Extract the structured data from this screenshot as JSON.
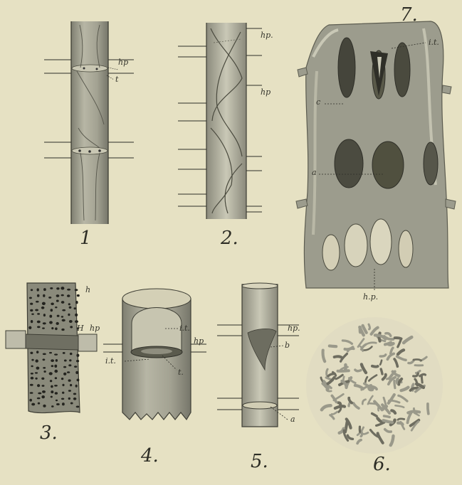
{
  "plate": {
    "figure_numbers": {
      "fig1": "1",
      "fig2": "2.",
      "fig3": "3.",
      "fig4": "4.",
      "fig5": "5.",
      "fig6": "6.",
      "fig7": "7."
    },
    "labels": {
      "f1_hp": "hp",
      "f1_t": "t",
      "f2_hp_top": "hp.",
      "f2_hp_mid": "hp",
      "f3_h": "h",
      "f3_H": "H",
      "f3_hp": "hp",
      "f4_it_top": "i.t.",
      "f4_hp": "hp",
      "f4_it_left": "i.t.",
      "f4_t": "t.",
      "f5_hp": "hp.",
      "f5_b": "b",
      "f5_a": "a",
      "f7_it": "i.t.",
      "f7_c": "c",
      "f7_a": "a",
      "f7_hp": "h.p."
    },
    "colors": {
      "paper": "#e6e1c3",
      "tube": "#9d9d8e",
      "tube_light": "#c4c3b1",
      "ink": "#2f2f28",
      "dark": "#4a4a3e"
    }
  }
}
